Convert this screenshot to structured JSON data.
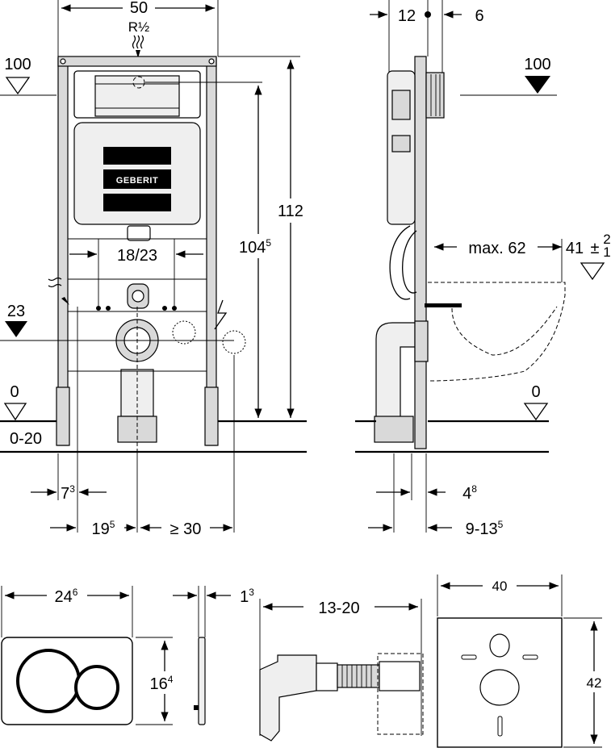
{
  "dimensions": {
    "frame_width": "50",
    "connection_thread": "R½",
    "side_offset_a": "12",
    "side_offset_b": "6",
    "ref_level_top_left": "100",
    "ref_level_top_right": "100",
    "total_height": "112",
    "height_to_flush": "104",
    "height_to_flush_sup": "5",
    "bolt_spacing": "18/23",
    "ref_level_23": "23",
    "ref_level_0_left": "0",
    "ref_level_0_right": "0",
    "floor_adjust": "0-20",
    "leg_offset": "7",
    "leg_offset_sup": "3",
    "pan_centre_offset": "19",
    "pan_centre_offset_sup": "5",
    "water_supply_min": "≥ 30",
    "max_projection": "max. 62",
    "pan_height": "41",
    "pan_height_tol": "±",
    "pan_height_tol_plus": "2",
    "pan_height_tol_minus": "1",
    "frame_depth": "4",
    "frame_depth_sup": "8",
    "wall_depth_range": "9-13",
    "wall_depth_range_sup": "5",
    "plate_width": "24",
    "plate_width_sup": "6",
    "plate_height": "16",
    "plate_height_sup": "4",
    "plate_depth": "1",
    "plate_depth_sup": "3",
    "connector_length": "13-20",
    "mat_width": "40",
    "mat_height": "42"
  },
  "brand_label": "GEBERIT"
}
